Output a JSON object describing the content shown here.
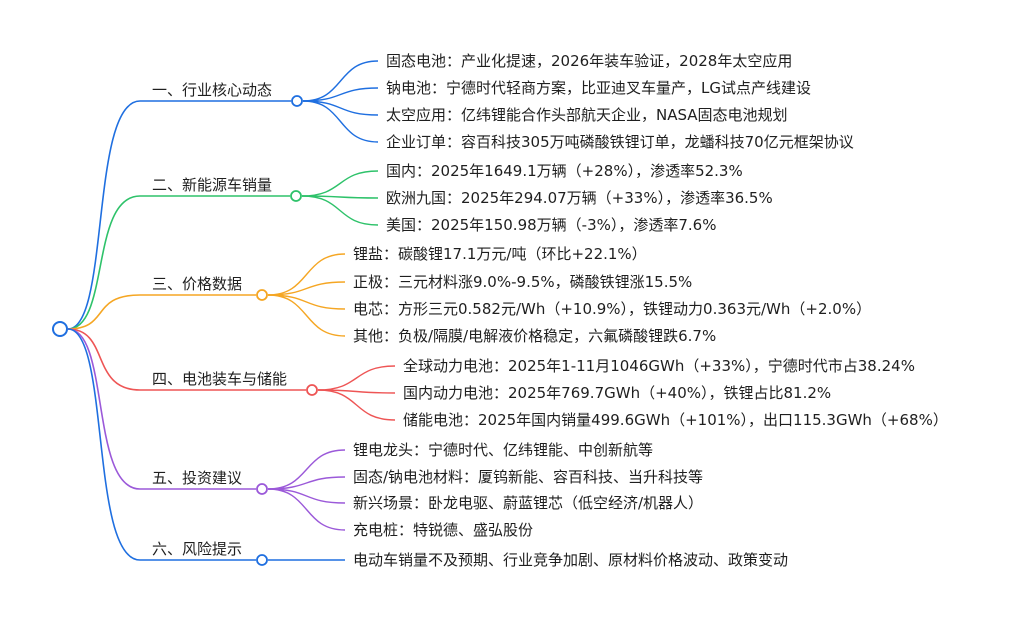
{
  "mindmap": {
    "branches": [
      {
        "label": "一、行业核心动态",
        "color": "#1f6fe0",
        "leaves": [
          "固态电池：产业化提速，2026年装车验证，2028年太空应用",
          "钠电池：宁德时代轻商方案，比亚迪叉车量产，LG试点产线建设",
          "太空应用：亿纬锂能合作头部航天企业，NASA固态电池规划",
          "企业订单：容百科技305万吨磷酸铁锂订单，龙蟠科技70亿元框架协议"
        ]
      },
      {
        "label": "二、新能源车销量",
        "color": "#2ec26a",
        "leaves": [
          "国内：2025年1649.1万辆（+28%），渗透率52.3%",
          "欧洲九国：2025年294.07万辆（+33%），渗透率36.5%",
          "美国：2025年150.98万辆（-3%），渗透率7.6%"
        ]
      },
      {
        "label": "三、价格数据",
        "color": "#f5a623",
        "leaves": [
          "锂盐：碳酸锂17.1万元/吨（环比+22.1%）",
          "正极：三元材料涨9.0%-9.5%，磷酸铁锂涨15.5%",
          "电芯：方形三元0.582元/Wh（+10.9%），铁锂动力0.363元/Wh（+2.0%）",
          "其他：负极/隔膜/电解液价格稳定，六氟磷酸锂跌6.7%"
        ]
      },
      {
        "label": "四、电池装车与储能",
        "color": "#ee5555",
        "leaves": [
          "全球动力电池：2025年1-11月1046GWh（+33%），宁德时代市占38.24%",
          "国内动力电池：2025年769.7GWh（+40%），铁锂占比81.2%",
          "储能电池：2025年国内销量499.6GWh（+101%），出口115.3GWh（+68%）"
        ]
      },
      {
        "label": "五、投资建议",
        "color": "#9b59d9",
        "leaves": [
          "锂电龙头：宁德时代、亿纬锂能、中创新航等",
          "固态/钠电池材料：厦钨新能、容百科技、当升科技等",
          "新兴场景：卧龙电驱、蔚蓝锂芯（低空经济/机器人）",
          "充电桩：特锐德、盛弘股份"
        ]
      },
      {
        "label": "六、风险提示",
        "color": "#1f6fe0",
        "leaves": [
          "电动车销量不及预期、行业竞争加剧、原材料价格波动、政策变动"
        ]
      }
    ]
  }
}
